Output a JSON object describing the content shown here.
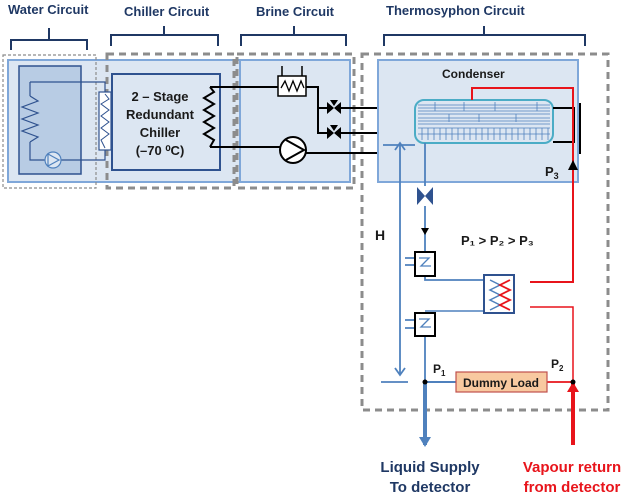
{
  "headers": {
    "water": "Water Circuit",
    "chiller": "Chiller Circuit",
    "brine": "Brine Circuit",
    "thermosyphon": "Thermosyphon Circuit"
  },
  "chiller": {
    "line1": "2 – Stage",
    "line2": "Redundant",
    "line3": "Chiller",
    "line4": "(–70 ⁰C)"
  },
  "condenser": {
    "label": "Condenser"
  },
  "labels": {
    "height": "H",
    "p3": "P",
    "p3_sub": "3",
    "p1": "P",
    "p1_sub": "1",
    "p2": "P",
    "p2_sub": "2",
    "pressure_relation": "P₁ > P₂ > P₃",
    "dummy_load": "Dummy Load"
  },
  "outputs": {
    "liquid_line1": "Liquid Supply",
    "liquid_line2": "To detector",
    "vapour_line1": "Vapour return",
    "vapour_line2": "from detector"
  },
  "colors": {
    "header_text": "#1f3864",
    "liquid": "#4f81bd",
    "vapour": "#e8141b",
    "panel_fill": "#dce6f2",
    "panel_border": "#7fa7d9",
    "dashed_border": "#808080",
    "dummy_load_fill": "#f8c9a0"
  }
}
